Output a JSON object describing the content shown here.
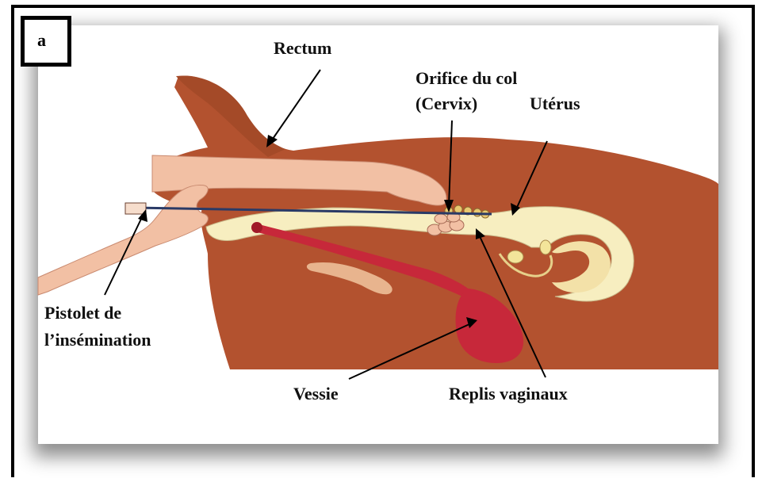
{
  "panel_letter": "a",
  "labels": {
    "rectum": "Rectum",
    "orifice_line1": "Orifice du col",
    "orifice_line2": "(Cervix)",
    "uterus": "Utérus",
    "pistolet_line1": "Pistolet de",
    "pistolet_line2": "l’insémination",
    "vessie": "Vessie",
    "replis": "Replis vaginaux"
  },
  "colors": {
    "body": "#b3522f",
    "body_dark": "#8e3a1f",
    "skin": "#f2c0a4",
    "tract": "#f7eec0",
    "bladder": "#c7283a",
    "ovary": "#f3e59a"
  }
}
